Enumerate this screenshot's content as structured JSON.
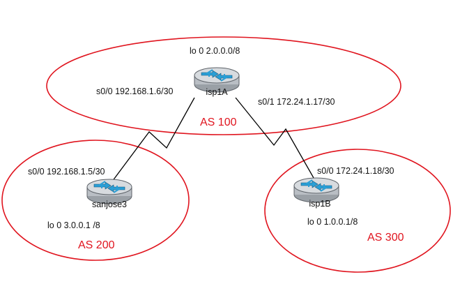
{
  "colors": {
    "as_boundary": "#e0141e",
    "router_body": "#b9bec4",
    "router_top": "#d7dbdf",
    "router_arrow": "#2a9fd6",
    "link": "#000000",
    "text": "#111111"
  },
  "autonomous_systems": [
    {
      "id": "as100",
      "label": "AS 100"
    },
    {
      "id": "as200",
      "label": "AS 200"
    },
    {
      "id": "as300",
      "label": "AS 300"
    }
  ],
  "routers": [
    {
      "id": "isp1A",
      "name": "isp1A",
      "icon": "router-icon",
      "loopback": "lo 0 2.0.0.0/8"
    },
    {
      "id": "sanjose3",
      "name": "sanjose3",
      "icon": "router-icon",
      "loopback": "lo 0 3.0.0.1 /8"
    },
    {
      "id": "isp1B",
      "name": "isp1B",
      "icon": "router-icon",
      "loopback": "lo 0 1.0.0.1/8"
    }
  ],
  "interfaces": [
    {
      "id": "isp1A-s00",
      "label": "s0/0 192.168.1.6/30"
    },
    {
      "id": "isp1A-s01",
      "label": "s0/1 172.24.1.17/30"
    },
    {
      "id": "sanjose3-s00",
      "label": "s0/0 192.168.1.5/30"
    },
    {
      "id": "isp1B-s00",
      "label": "s0/0 172.24.1.18/30"
    }
  ],
  "links": [
    {
      "id": "link-isp1A-sanjose3",
      "type": "serial"
    },
    {
      "id": "link-isp1A-isp1B",
      "type": "serial"
    }
  ]
}
